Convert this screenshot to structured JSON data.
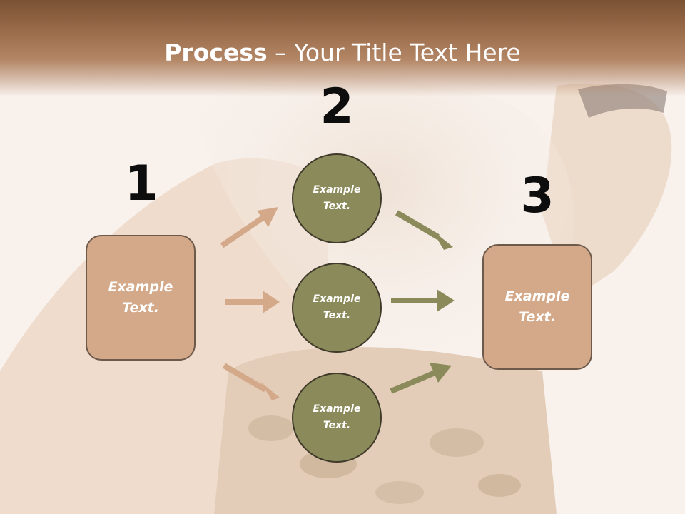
{
  "slide": {
    "title_bold": "Process",
    "title_rest": " – Your Title Text Here"
  },
  "steps": {
    "step1": {
      "number": "1",
      "box_text_line1": "Example",
      "box_text_line2": "Text."
    },
    "step2": {
      "number": "2",
      "circles": [
        {
          "line1": "Example",
          "line2": "Text."
        },
        {
          "line1": "Example",
          "line2": "Text."
        },
        {
          "line1": "Example",
          "line2": "Text."
        }
      ]
    },
    "step3": {
      "number": "3",
      "box_text_line1": "Example",
      "box_text_line2": "Text."
    }
  },
  "colors": {
    "header": "#9c6e4c",
    "box_fill": "#d3a98a",
    "circle_fill": "#8b8a5b",
    "arrow_left": "#d3a98a",
    "arrow_right": "#8b8a5b"
  }
}
